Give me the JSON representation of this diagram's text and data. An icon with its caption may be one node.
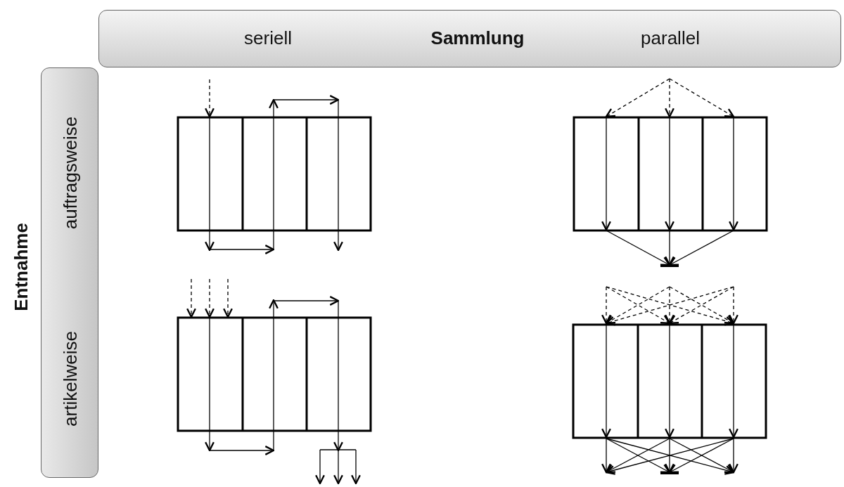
{
  "diagram": {
    "nodes": [
      {
        "text": [
          "seriell",
          "Sammlung",
          "parallel"
        ]
      },
      {
        "text": [
          "auftragsweise",
          "artikelweise"
        ]
      }
    ],
    "edges": [],
    "labels": [
      "Entnahme"
    ]
  }
}
